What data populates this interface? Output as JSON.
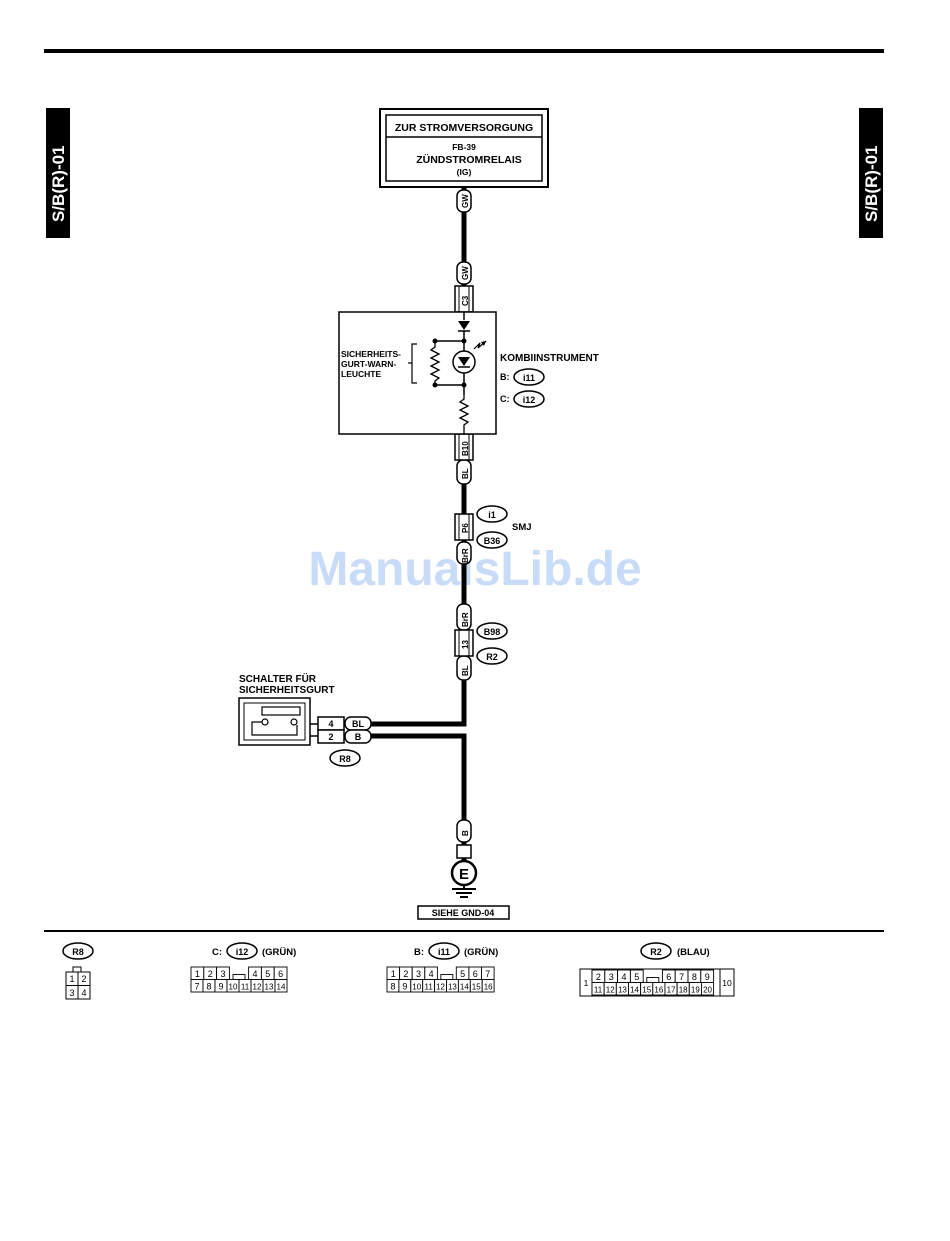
{
  "side_tab": "S/B(R)-01",
  "watermark": "ManualsLib.de",
  "power_box": {
    "title": "ZUR STROMVERSORGUNG",
    "code": "FB-39",
    "name": "ZÜNDSTROMRELAIS",
    "sub": "(IG)"
  },
  "wires": {
    "gw1": "GW",
    "gw2": "GW",
    "bl1": "BL",
    "brr1": "BrR",
    "brr2": "BrR",
    "bl2": "BL",
    "sw_bl": "BL",
    "sw_b": "B",
    "b_ground": "B"
  },
  "pins": {
    "c3": "C3",
    "b10": "B10",
    "p6": "P6",
    "p13": "13",
    "sw4": "4",
    "sw2": "2"
  },
  "cluster": {
    "label": "KOMBIINSTRUMENT",
    "lamp_line1": "SICHERHEITS-",
    "lamp_line2": "GURT-WARN-",
    "lamp_line3": "LEUCHTE",
    "b_prefix": "B:",
    "b_conn": "i11",
    "c_prefix": "C:",
    "c_conn": "i12"
  },
  "smj": {
    "label": "SMJ",
    "conn1": "i1",
    "conn2": "B36"
  },
  "mid_conn": {
    "conn1": "B98",
    "conn2": "R2"
  },
  "switch": {
    "line1": "SCHALTER FÜR",
    "line2": "SICHERHEITSGURT",
    "conn": "R8"
  },
  "ground": {
    "letter": "E",
    "label": "SIEHE GND-04"
  },
  "legend": {
    "r8": {
      "conn": "R8",
      "pins": [
        "1",
        "2",
        "3",
        "4"
      ]
    },
    "i12": {
      "prefix": "C:",
      "conn": "i12",
      "color": "(GRÜN)",
      "top": [
        "1",
        "2",
        "3",
        "",
        "4",
        "5",
        "6"
      ],
      "bottom": [
        "7",
        "8",
        "9",
        "10",
        "11",
        "12",
        "13",
        "14"
      ]
    },
    "i11": {
      "prefix": "B:",
      "conn": "i11",
      "color": "(GRÜN)",
      "top": [
        "1",
        "2",
        "3",
        "4",
        "",
        "5",
        "6",
        "7"
      ],
      "bottom": [
        "8",
        "9",
        "10",
        "11",
        "12",
        "13",
        "14",
        "15",
        "16"
      ]
    },
    "r2": {
      "conn": "R2",
      "color": "(BLAU)",
      "left": "1",
      "right": "10",
      "top": [
        "2",
        "3",
        "4",
        "5",
        "",
        "6",
        "7",
        "8",
        "9"
      ],
      "bottom": [
        "11",
        "12",
        "13",
        "14",
        "15",
        "16",
        "17",
        "18",
        "19",
        "20"
      ]
    }
  }
}
